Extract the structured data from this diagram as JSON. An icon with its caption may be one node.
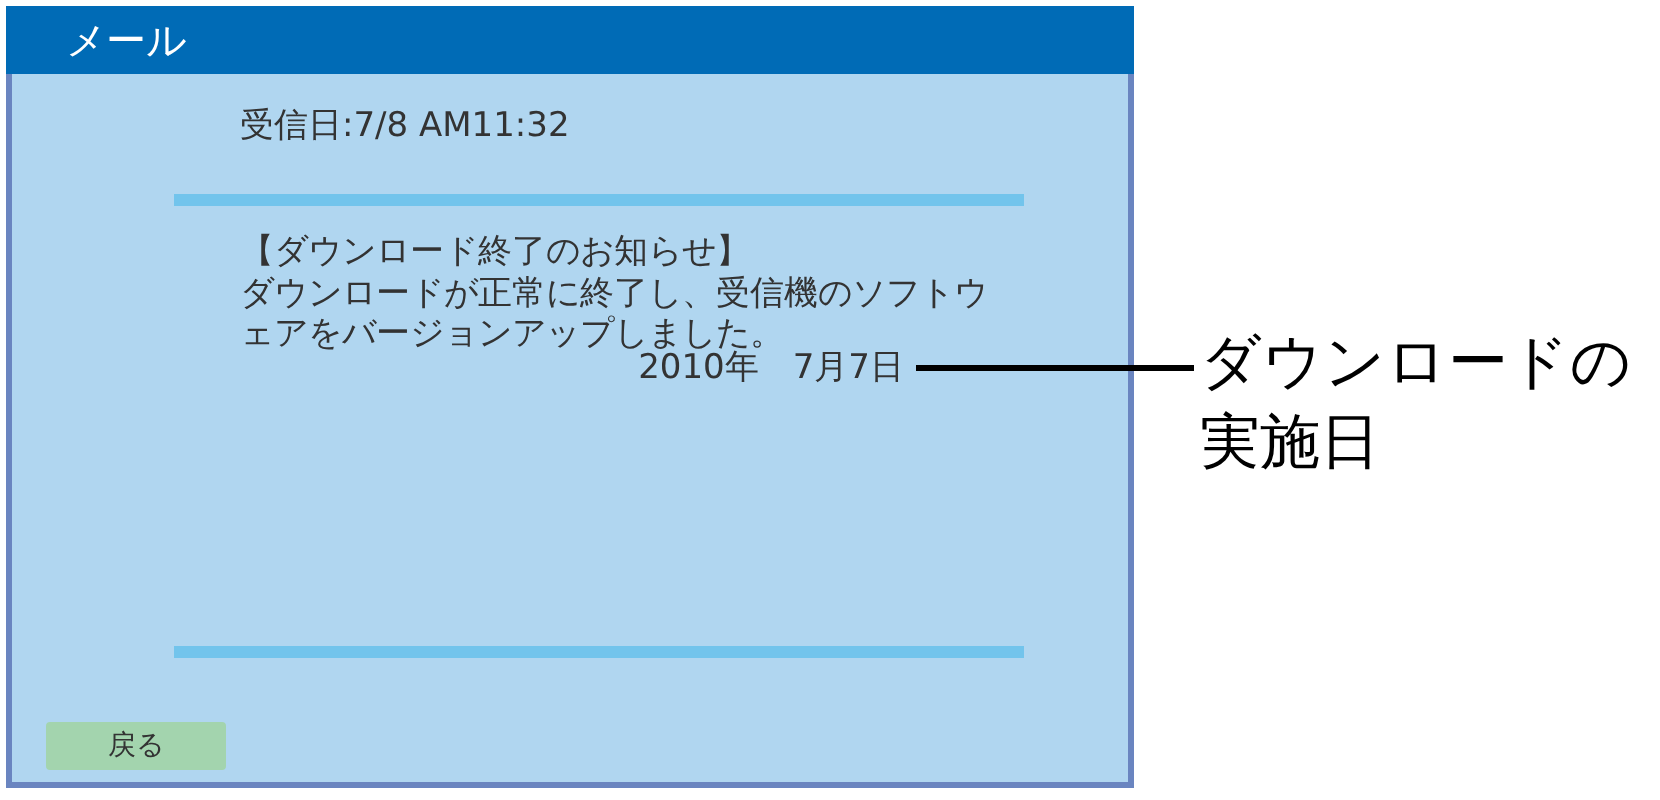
{
  "diagram": {
    "nodes": [
      {
        "text": [
          "メール",
          "受信日:7/8 AM11:32",
          "【ダウンロード終了のお知らせ】",
          "ダウンロードが正常に終了し、受信機のソフトウェアをバージョンアップしました。"
        ]
      },
      {
        "text": [
          "2010年　7月7日"
        ],
        "in": 0
      },
      {
        "text": [
          "戻る"
        ],
        "in": 0
      },
      {
        "text": [
          "ダウンロードの実施日"
        ]
      }
    ],
    "edges": [
      {
        "from": 3,
        "to": 1,
        "arrow": "none"
      }
    ]
  }
}
